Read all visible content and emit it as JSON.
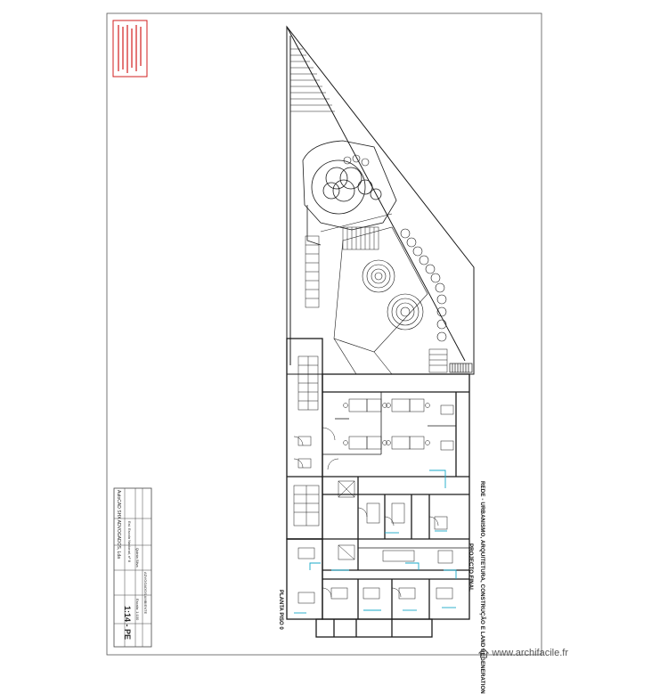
{
  "drawing": {
    "title_line_1": "REDE - URBANISMO, ARQUITETURA, CONSTRUÇÃO E LAND REGENERATION",
    "title_line_2": "PROJECTO FINAL",
    "plan_label": "PLANTA PISO 0"
  },
  "title_block": {
    "scale": "1:14 - PE",
    "lines": [
      "AutoCAD SHX ADVOGADOS, Lda",
      "Est. Escola Nacional, nº 8",
      "Quinta Silva",
      "ADVOGADOS AMBIENTE",
      "Escala: 1:100"
    ]
  },
  "watermark": {
    "text": "www.archifacile.fr"
  },
  "colors": {
    "line": "#1a1a1a",
    "border": "#444444",
    "accent_red": "#d21f1f",
    "accent_cyan": "#19a8c8"
  }
}
